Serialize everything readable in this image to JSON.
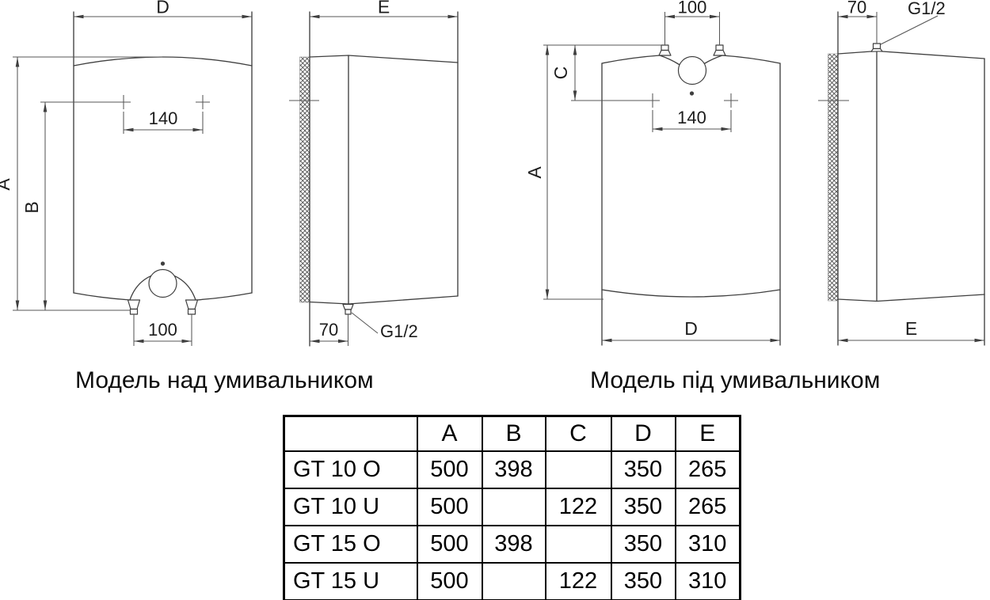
{
  "drawing": {
    "over_sink_front": {
      "width_label": "D",
      "height_label": "A",
      "bracket_height_label": "B",
      "mount_spacing_label": "140",
      "pipe_spacing_label": "100"
    },
    "over_sink_side": {
      "depth_label": "E",
      "wall_offset_label": "70",
      "thread_label": "G1/2"
    },
    "under_sink_front": {
      "pipe_spacing_label": "100",
      "mount_offset_label": "C",
      "height_label": "A",
      "mount_spacing_label": "140",
      "width_label": "D"
    },
    "under_sink_side": {
      "wall_offset_label": "70",
      "thread_label": "G1/2",
      "depth_label": "E"
    }
  },
  "captions": {
    "over_sink": "Модель над умивальником",
    "under_sink": "Модель під умивальником"
  },
  "table": {
    "headers": [
      "",
      "A",
      "B",
      "C",
      "D",
      "E"
    ],
    "rows": [
      [
        "GT 10 O",
        "500",
        "398",
        "",
        "350",
        "265"
      ],
      [
        "GT 10 U",
        "500",
        "",
        "122",
        "350",
        "265"
      ],
      [
        "GT 15 O",
        "500",
        "398",
        "",
        "350",
        "310"
      ],
      [
        "GT 15 U",
        "500",
        "",
        "122",
        "350",
        "310"
      ]
    ]
  }
}
